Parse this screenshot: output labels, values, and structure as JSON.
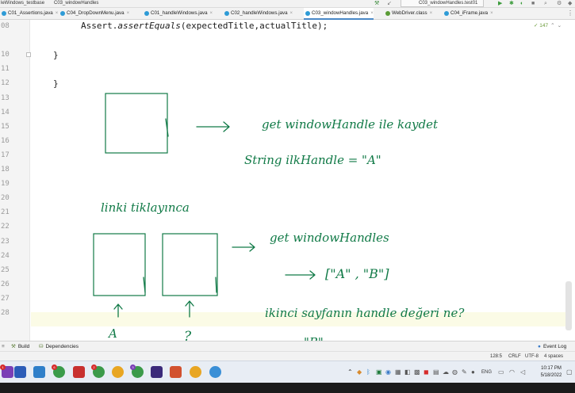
{
  "topbar": {
    "crumb_left": "leWindows_testbase",
    "crumb_right": "C03_windowHandles",
    "run_config": "C03_windowHandles.test01"
  },
  "tabs": [
    {
      "label": "C01_Assertions.java",
      "icon": "java-class-icon"
    },
    {
      "label": "C04_DropDownMenu.java",
      "icon": "java-class-icon"
    },
    {
      "label": "C01_handleWindows.java",
      "icon": "java-class-icon"
    },
    {
      "label": "C02_handleWindows.java",
      "icon": "java-class-icon"
    },
    {
      "label": "C03_windowHandles.java",
      "icon": "java-class-icon",
      "active": true
    },
    {
      "label": "WebDriver.class",
      "icon": "interface-class-icon"
    },
    {
      "label": "C04_iFrame.java",
      "icon": "java-class-icon"
    }
  ],
  "line_numbers": [
    "08",
    "10",
    "11",
    "12",
    "13",
    "14",
    "15",
    "16",
    "17",
    "18",
    "19",
    "20",
    "21",
    "22",
    "23",
    "24",
    "25",
    "26",
    "27",
    "28"
  ],
  "code": {
    "line_assert_prefix": "Assert.",
    "line_assert_method": "assertEquals",
    "line_assert_args": "(expectedTitle,actualTitle);",
    "brace_inner": "}",
    "brace_outer": "}"
  },
  "inspection": {
    "count": "147"
  },
  "handwriting": {
    "note1": "get windowHandle  ile kaydet",
    "note2": "String ilkHandle = \"A\"",
    "note3": "linki tiklayınca",
    "note4": "get windowHandles",
    "note5": "[\"A\" , \"B\"]",
    "note6": "ikinci  sayfanın  handle  değeri  ne?",
    "note7": "\"B\"",
    "label_a": "A",
    "label_q": "?"
  },
  "toolwindows": {
    "build": "Build",
    "dependencies": "Dependencies",
    "event_log": "Event Log"
  },
  "status": {
    "position": "128:5",
    "line_sep": "CRLF",
    "encoding": "UTF-8",
    "indent": "4 spaces"
  },
  "taskbar": {
    "lang": "ENG",
    "time": "10:17 PM",
    "date": "5/18/2022"
  },
  "colors": {
    "ink": "#117a47",
    "active_tab": "#4a88c7",
    "caret_line": "#fbfbe6"
  }
}
